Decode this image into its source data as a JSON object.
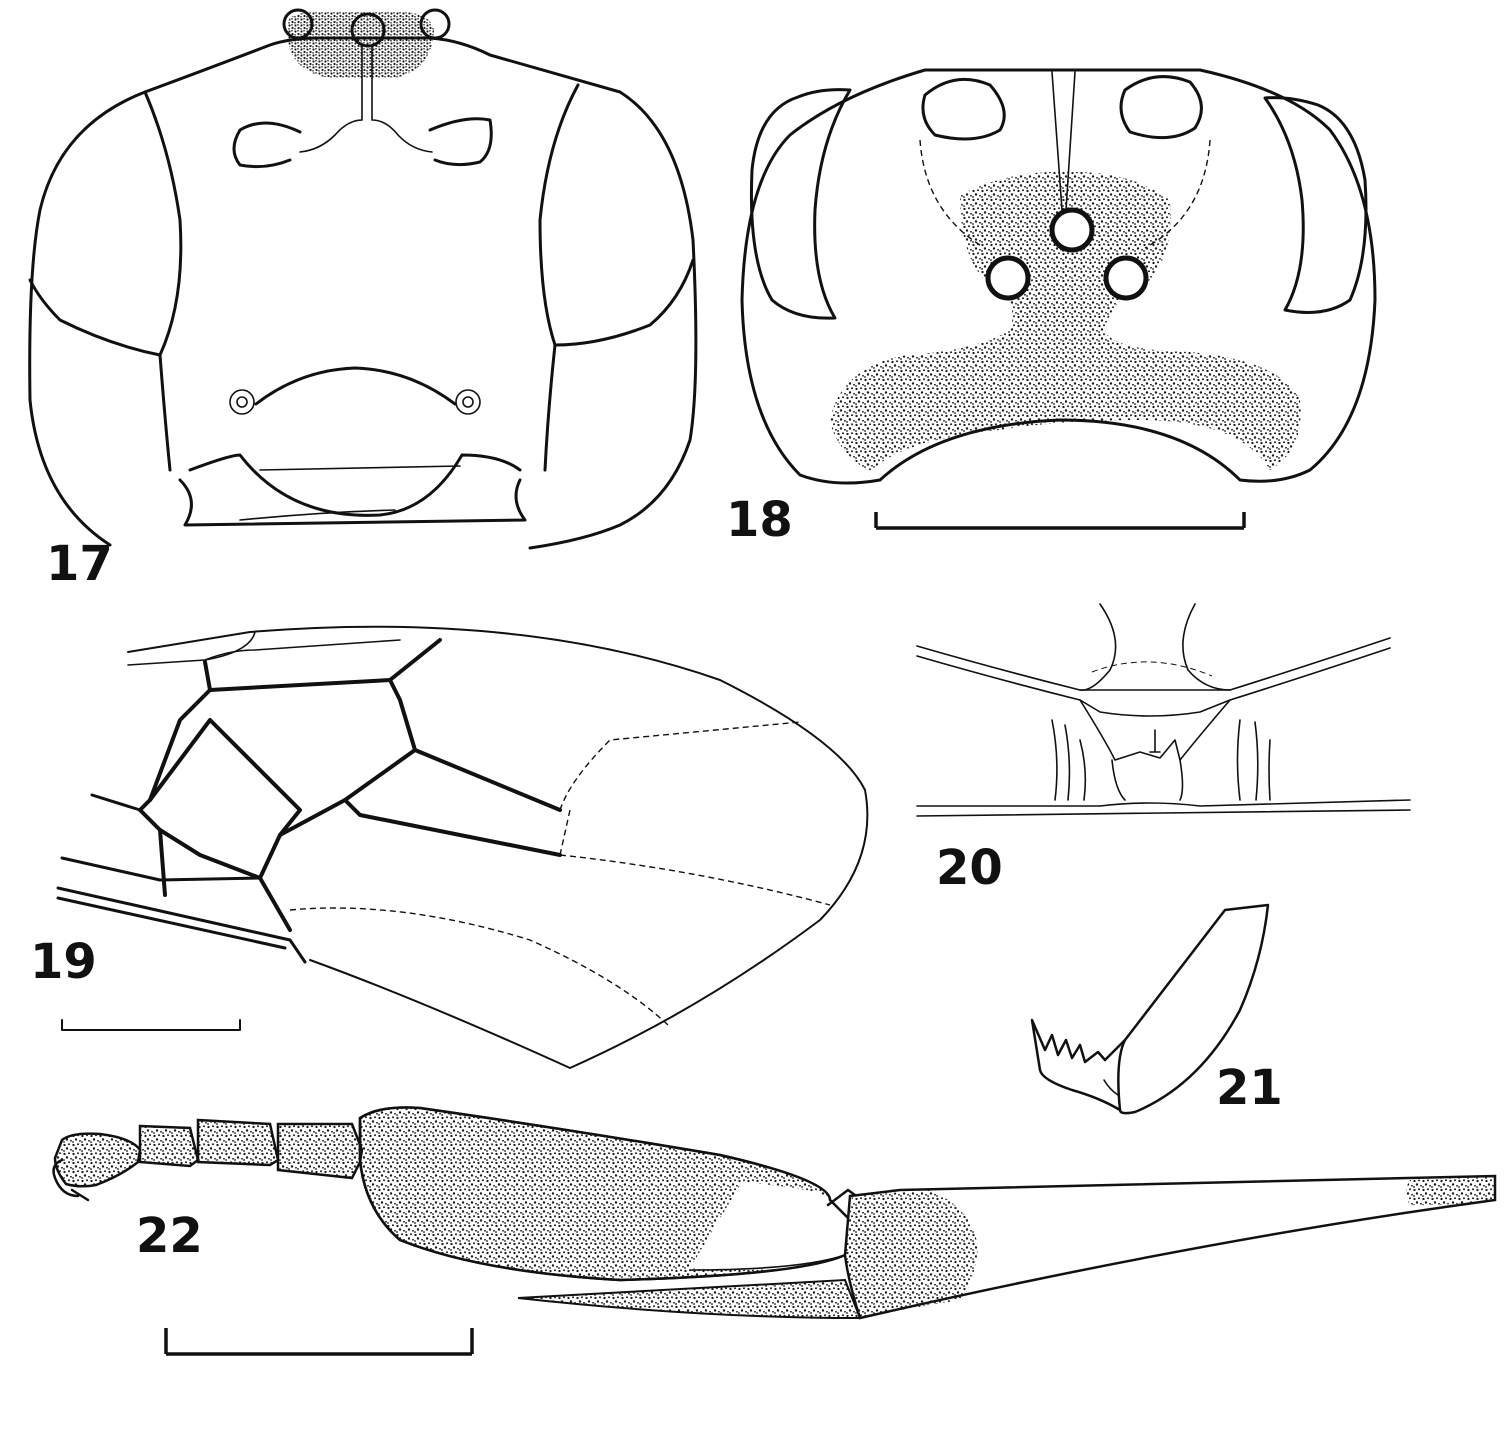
{
  "figures": {
    "head_front": {
      "label": "17"
    },
    "head_dorsal": {
      "label": "18"
    },
    "fore_wing": {
      "label": "19"
    },
    "propodeum": {
      "label": "20"
    },
    "mandible": {
      "label": "21"
    },
    "hind_leg": {
      "label": "22"
    }
  },
  "colors": {
    "ink": "#111111",
    "paper": "#ffffff",
    "stipple": "#1a1a1a"
  }
}
